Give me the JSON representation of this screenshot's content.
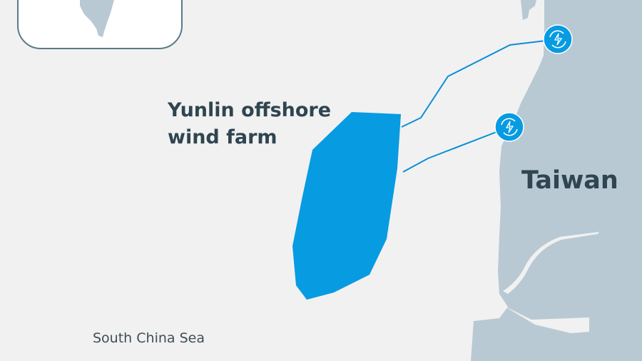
{
  "labels": {
    "wind_farm": "Yunlin offshore wind farm",
    "country": "Taiwan",
    "sea": "South China Sea"
  },
  "markers": [
    {
      "icon": "substation-icon",
      "name": "substation-north"
    },
    {
      "icon": "substation-icon",
      "name": "substation-south"
    }
  ],
  "colors": {
    "water": "#f1f1f1",
    "land": "#b8c9d3",
    "wind_farm": "#079be2",
    "cable": "#0a8fd6",
    "text": "#2f4550",
    "inset_border": "#5a7a8a"
  }
}
